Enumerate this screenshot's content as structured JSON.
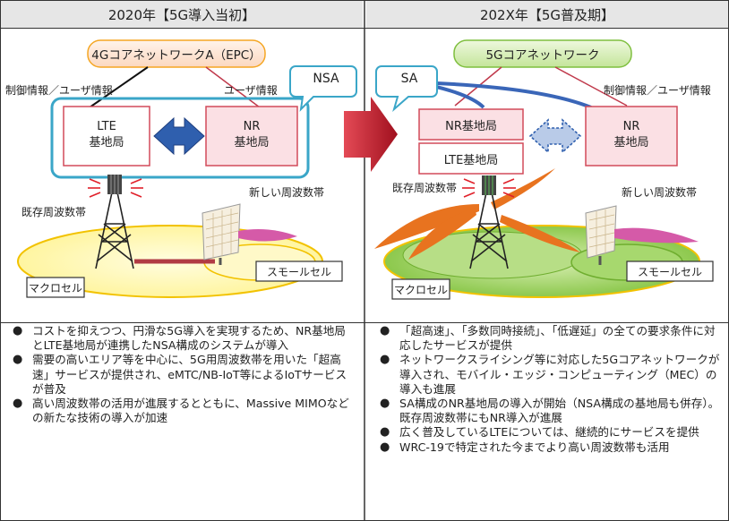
{
  "left_panel": {
    "header": "2020年【5G導入当初】",
    "core_network": "4GコアネットワークA（EPC）",
    "ctrl_user_info": "制御情報／ユーザ情報",
    "user_info": "ユーザ情報",
    "nsa": "NSA",
    "lte_station": "LTE\n基地局",
    "nr_station": "NR\n基地局",
    "existing_band": "既存周波数帯",
    "new_band": "新しい周波数帯",
    "macro_cell": "マクロセル",
    "small_cell": "スモールセル",
    "bullets": [
      "コストを抑えつつ、円滑な5G導入を実現するため、NR基地局とLTE基地局が連携したNSA構成のシステムが導入",
      "需要の高いエリア等を中心に、5G用周波数帯を用いた「超高速」サービスが提供され、eMTC/NB-IoT等によるIoTサービスが普及",
      "高い周波数帯の活用が進展するとともに、Massive MIMOなどの新たな技術の導入が加速"
    ]
  },
  "right_panel": {
    "header": "202X年【5G普及期】",
    "core_network": "5Gコアネットワーク",
    "sa": "SA",
    "ctrl_user_info": "制御情報／ユーザ情報",
    "nr_station_combined": "NR基地局",
    "lte_station_combined": "LTE基地局",
    "nr_station": "NR\n基地局",
    "existing_band": "既存周波数帯",
    "new_band": "新しい周波数帯",
    "macro_cell": "マクロセル",
    "small_cell": "スモールセル",
    "bullets": [
      "「超高速」、「多数同時接続」、「低遅延」の全ての要求条件に対応したサービスが提供",
      "ネットワークスライシング等に対応した5Gコアネットワークが導入され、モバイル・エッジ・コンピューティング（MEC）の導入も進展",
      "SA構成のNR基地局の導入が開始（NSA構成の基地局も併存）。既存周波数帯にもNR導入が進展",
      "広く普及しているLTEについては、継続的にサービスを提供",
      "WRC-19で特定された今までより高い周波数帯も活用"
    ]
  },
  "colors": {
    "core_4g_fill": "#fde9d9",
    "core_4g_border": "#f5a623",
    "core_5g_fill": "#d8efb8",
    "core_5g_border": "#7fbf3f",
    "station_fill": "#fbe0e4",
    "station_border": "#d24a5a",
    "nsa_border": "#3aa6c8",
    "arrow_blue": "#2f5fae",
    "transition_arrow": "#b3192a",
    "cell_yellow": "#fff8b0",
    "cell_green": "#9bd05a",
    "beam_orange": "#e8731f",
    "beam_pink": "#d55aa8",
    "header_bg": "#e6e6e6"
  }
}
